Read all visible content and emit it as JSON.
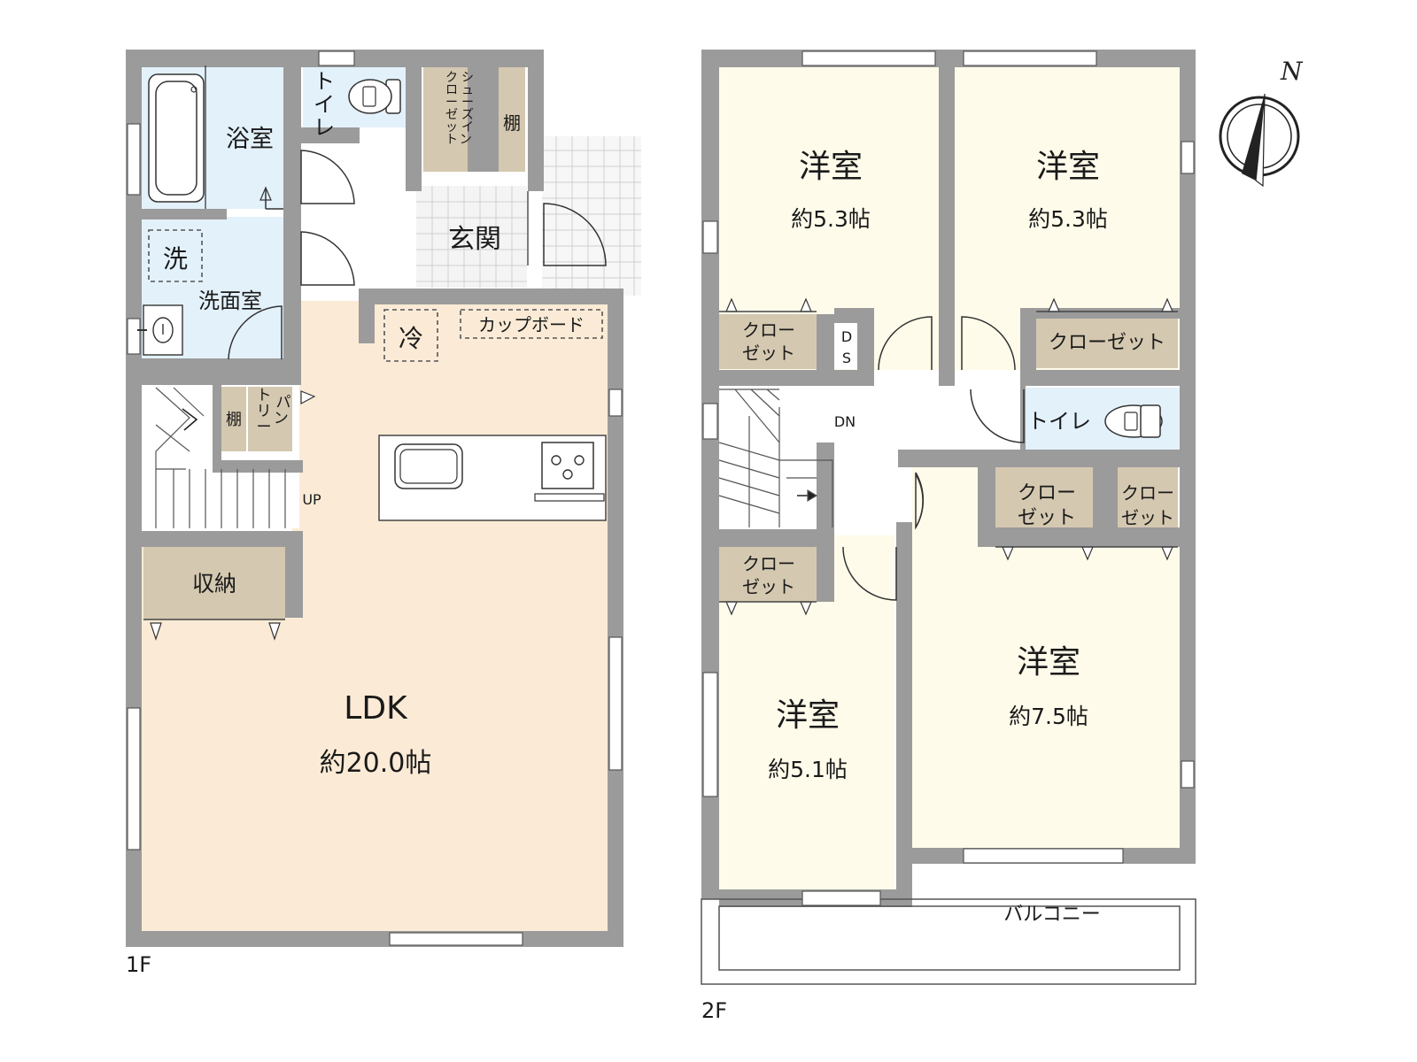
{
  "colors": {
    "wall": "#9b9b9b",
    "wet_area": "#e3f1fb",
    "ldk": "#fbebd6",
    "western_room": "#fffbea",
    "storage": "#d4c8b0",
    "hall": "#ffffff",
    "entrance_tile": "#f4f4f4"
  },
  "floors": {
    "f1": {
      "floor_label": "1F",
      "bathroom": "浴室",
      "toilet": "トイレ",
      "shoe_closet": "シューズイン\nクローゼット",
      "shelf_shoe": "棚",
      "entrance": "玄関",
      "washer": "洗",
      "washroom": "洗面室",
      "fridge": "冷",
      "cupboard": "カップボード",
      "shelf_pantry": "棚",
      "pantry": "パン\nトリー",
      "stairs_up": "UP",
      "storage": "収納",
      "ldk_name": "LDK",
      "ldk_size": "約20.0帖"
    },
    "f2": {
      "floor_label": "2F",
      "room_nw_name": "洋室",
      "room_nw_size": "約5.3帖",
      "room_ne_name": "洋室",
      "room_ne_size": "約5.3帖",
      "room_sw_name": "洋室",
      "room_sw_size": "約5.1帖",
      "room_se_name": "洋室",
      "room_se_size": "約7.5帖",
      "closet_nw": "クロー\nゼット",
      "ds": "D\nS",
      "closet_ne": "クローゼット",
      "toilet": "トイレ",
      "stairs_down": "DN",
      "closet_se_1": "クロー\nゼット",
      "closet_se_2": "クロー\nゼット",
      "closet_sw": "クロー\nゼット",
      "balcony": "バルコニー"
    }
  },
  "compass": {
    "label": "N"
  }
}
